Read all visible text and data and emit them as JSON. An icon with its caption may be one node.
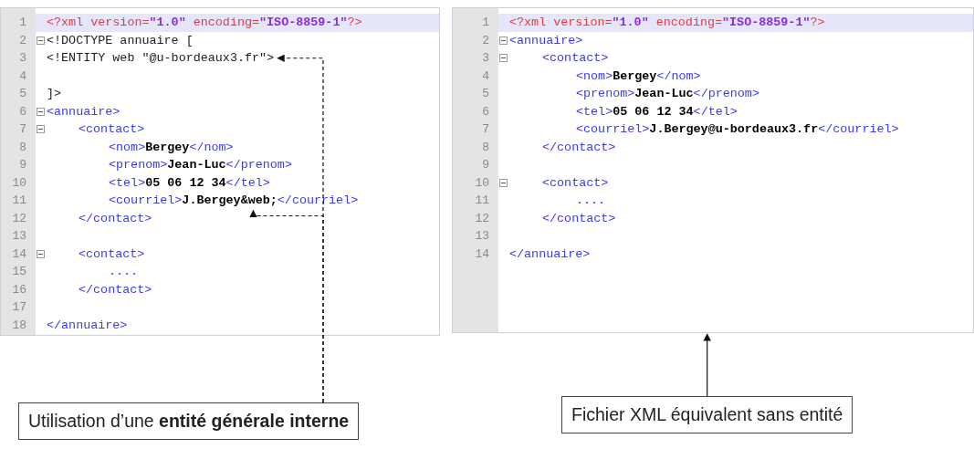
{
  "diagram": {
    "nodes": [
      {
        "text": [],
        "shape": "box"
      },
      {
        "text": [
          "1",
          "2",
          "3",
          "4",
          "5",
          "6",
          "7",
          "8",
          "9",
          "10",
          "11",
          "12",
          "13",
          "14",
          "15",
          "16",
          "17",
          "18"
        ],
        "in": 0
      },
      {
        "text": [
          "<?xml version=**\"1.0\"** encoding=**\"ISO-8859-1\"**?>"
        ],
        "in": 0
      },
      {
        "text": [
          "<!DOCTYPE annuaire ["
        ],
        "in": 0
      },
      {
        "text": [
          "<!ENTITY web \"@u-bordeaux3.fr\">"
        ],
        "in": 0
      },
      {
        "text": [
          "]>"
        ],
        "in": 0
      },
      {
        "text": [
          "<annuaire>"
        ],
        "in": 0
      },
      {
        "text": [
          "<contact>"
        ],
        "in": 0
      },
      {
        "text": [
          "<nom>**Bergey**</nom>"
        ],
        "in": 0
      },
      {
        "text": [
          "<prenom>**Jean-Luc**</prenom>"
        ],
        "in": 0
      },
      {
        "text": [
          "<tel>**05 06 12 34**</tel>"
        ],
        "in": 0
      },
      {
        "text": [
          "<courriel>**J.Bergey&web;**</courriel>"
        ],
        "in": 0
      },
      {
        "text": [
          "</contact>"
        ],
        "in": 0
      },
      {
        "text": [
          "<contact>"
        ],
        "in": 0
      },
      {
        "text": [
          "...."
        ],
        "in": 0
      },
      {
        "text": [
          "</contact>"
        ],
        "in": 0
      },
      {
        "text": [
          "</annuaire>"
        ],
        "in": 0
      },
      {
        "text": [],
        "shape": "box"
      },
      {
        "text": [
          "1",
          "2",
          "3",
          "4",
          "5",
          "6",
          "7",
          "8",
          "9",
          "10",
          "11",
          "12",
          "13",
          "14"
        ],
        "in": 17
      },
      {
        "text": [
          "<?xml version=**\"1.0\"** encoding=**\"ISO-8859-1\"**?>"
        ],
        "in": 17
      },
      {
        "text": [
          "<annuaire>"
        ],
        "in": 17
      },
      {
        "text": [
          "<contact>"
        ],
        "in": 17
      },
      {
        "text": [
          "<nom>**Bergey**</nom>"
        ],
        "in": 17
      },
      {
        "text": [
          "<prenom>**Jean-Luc**</prenom>"
        ],
        "in": 17
      },
      {
        "text": [
          "<tel>**05 06 12 34**</tel>"
        ],
        "in": 17
      },
      {
        "text": [
          "<courriel>**J.Bergey@u-bordeaux3.fr**</courriel>"
        ],
        "in": 17
      },
      {
        "text": [
          "</contact>"
        ],
        "in": 17
      },
      {
        "text": [
          "<contact>"
        ],
        "in": 17
      },
      {
        "text": [
          "...."
        ],
        "in": 17
      },
      {
        "text": [
          "</contact>"
        ],
        "in": 17
      },
      {
        "text": [
          "</annuaire>"
        ],
        "in": 17
      },
      {
        "text": [
          "Utilisation d’une **entité générale interne**"
        ]
      },
      {
        "text": [
          "Fichier XML équivalent sans entité"
        ]
      }
    ],
    "edges": [
      {
        "from": 31,
        "to": 4,
        "arrow": "to",
        "style": "dashed"
      },
      {
        "from": 31,
        "to": 11,
        "arrow": "to",
        "style": "dashed"
      },
      {
        "from": 32,
        "to": 17,
        "arrow": "to"
      }
    ]
  }
}
